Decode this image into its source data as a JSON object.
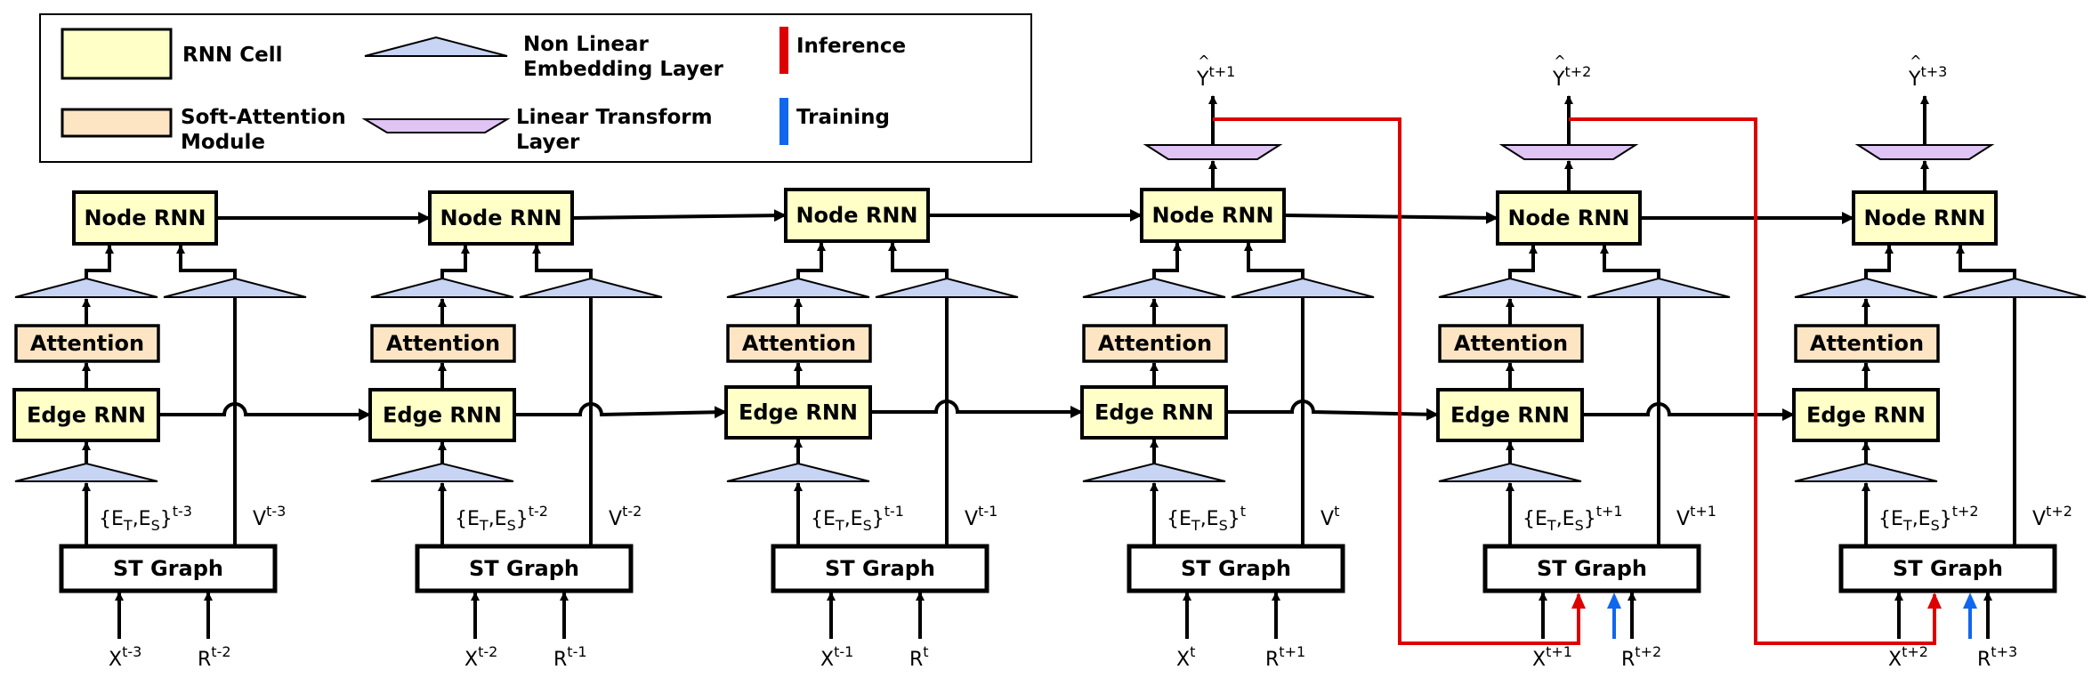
{
  "legend": {
    "rnn_cell": "RNN Cell",
    "soft_attention": [
      "Soft-Attention",
      "Module"
    ],
    "nonlinear_embedding": [
      "Non Linear",
      "Embedding Layer"
    ],
    "linear_transform": [
      "Linear Transform",
      "Layer"
    ],
    "inference": "Inference",
    "training": "Training"
  },
  "labels": {
    "node_rnn": "Node RNN",
    "edge_rnn": "Edge RNN",
    "attention": "Attention",
    "st_graph": "ST Graph"
  },
  "colors": {
    "rnn_cell": "#ffffc8",
    "attention": "#fde5c4",
    "embedding": "#c8d4f4",
    "linear": "#e0c4f4",
    "inference": "#dd0000",
    "training": "#1166ee"
  },
  "timesteps": [
    {
      "e": "t-3",
      "v": "t-3",
      "x": "t-3",
      "r": "t-2",
      "y": ""
    },
    {
      "e": "t-2",
      "v": "t-2",
      "x": "t-2",
      "r": "t-1",
      "y": ""
    },
    {
      "e": "t-1",
      "v": "t-1",
      "x": "t-1",
      "r": "t",
      "y": ""
    },
    {
      "e": "t",
      "v": "t",
      "x": "t",
      "r": "t+1",
      "y": "t+1"
    },
    {
      "e": "t+1",
      "v": "t+1",
      "x": "t+1",
      "r": "t+2",
      "y": "t+2"
    },
    {
      "e": "t+2",
      "v": "t+2",
      "x": "t+2",
      "r": "t+3",
      "y": "t+3"
    }
  ],
  "symbols": {
    "edge_set": "{E",
    "edge_mid": ",E",
    "edge_end": "}",
    "sub_t": "T",
    "sub_s": "S",
    "v": "V",
    "x": "X",
    "r": "R",
    "y": "Y",
    "hat": "^"
  }
}
